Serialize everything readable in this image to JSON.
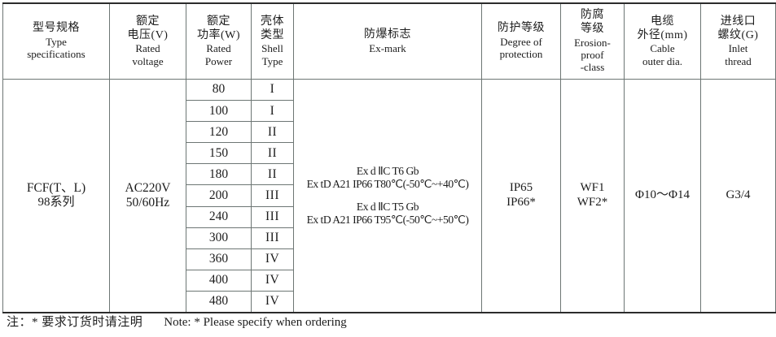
{
  "table": {
    "columns": [
      {
        "key": "type",
        "cn": "型号规格",
        "en_line1": "Type",
        "en_line2": "specifications"
      },
      {
        "key": "voltage",
        "cn_line1": "额定",
        "cn_line2": "电压(V)",
        "en_line1": "Rated",
        "en_line2": "voltage"
      },
      {
        "key": "power",
        "cn_line1": "额定",
        "cn_line2": "功率(W)",
        "en_line1": "Rated",
        "en_line2": "Power"
      },
      {
        "key": "shell",
        "cn_line1": "壳体",
        "cn_line2": "类型",
        "en_line1": "Shell",
        "en_line2": "Type"
      },
      {
        "key": "exmark",
        "cn": "防爆标志",
        "en_line1": "Ex-mark"
      },
      {
        "key": "ip",
        "cn": "防护等级",
        "en_line1": "Degree of",
        "en_line2": "protection"
      },
      {
        "key": "erosion",
        "cn_line1": "防腐",
        "cn_line2": "等级",
        "en_line1": "Erosion-",
        "en_line2": "proof",
        "en_line3": "-class"
      },
      {
        "key": "cable",
        "cn_line1": "电缆",
        "cn_line2": "外径(mm)",
        "en_line1": "Cable",
        "en_line2": "outer dia."
      },
      {
        "key": "thread",
        "cn_line1": "进线口",
        "cn_line2": "螺纹(G)",
        "en_line1": "Inlet",
        "en_line2": "thread"
      }
    ],
    "merged": {
      "type_line1": "FCF(T、L)",
      "type_line2": "98系列",
      "voltage_line1": "AC220V",
      "voltage_line2": "50/60Hz",
      "exmark_line1": "Ex d ⅡC T6 Gb",
      "exmark_line2": "Ex tD A21 IP66 T80℃(-50℃~+40℃)",
      "exmark_line3": "Ex d ⅡC T5 Gb",
      "exmark_line4": "Ex tD A21 IP66 T95℃(-50℃~+50℃)",
      "ip_line1": "IP65",
      "ip_line2": "IP66*",
      "erosion_line1": "WF1",
      "erosion_line2": "WF2*",
      "cable": "Φ10～Φ14",
      "thread": "G3/4"
    },
    "rows": [
      {
        "power": "80",
        "shell": "I",
        "shaded": false
      },
      {
        "power": "100",
        "shell": "I",
        "shaded": true
      },
      {
        "power": "120",
        "shell": "II",
        "shaded": false
      },
      {
        "power": "150",
        "shell": "II",
        "shaded": true
      },
      {
        "power": "180",
        "shell": "II",
        "shaded": false
      },
      {
        "power": "200",
        "shell": "III",
        "shaded": true
      },
      {
        "power": "240",
        "shell": "III",
        "shaded": false
      },
      {
        "power": "300",
        "shell": "III",
        "shaded": true
      },
      {
        "power": "360",
        "shell": "IV",
        "shaded": false
      },
      {
        "power": "400",
        "shell": "IV",
        "shaded": true
      },
      {
        "power": "480",
        "shell": "IV",
        "shaded": false
      }
    ]
  },
  "footnote": {
    "cn": "注：* 要求订货时请注明",
    "en": "Note: * Please specify when ordering"
  },
  "colors": {
    "header_background": "#e3efeb",
    "row_shade": "#e3efeb",
    "grid_line": "#6d7674",
    "frame_line": "#2b2b2b",
    "text": "#1c1c1c"
  }
}
